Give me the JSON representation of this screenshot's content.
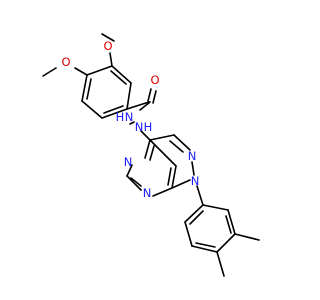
{
  "molecule": {
    "atoms": {
      "o_meta": "O",
      "o_para": "O",
      "o_carbonyl": "O",
      "n_amide": "N",
      "h_amide": "H",
      "n_hydrazine": "N",
      "h_hydrazine": "H",
      "n_pyrazole": "N",
      "n_pyrazole_aryl": "N",
      "n_pyrimidine_top": "N",
      "n_pyrimidine_bottom": "N"
    },
    "colors": {
      "bond": "#000000",
      "oxygen": "#e00000",
      "nitrogen": "#1a1aff",
      "background": "#ffffff"
    }
  }
}
